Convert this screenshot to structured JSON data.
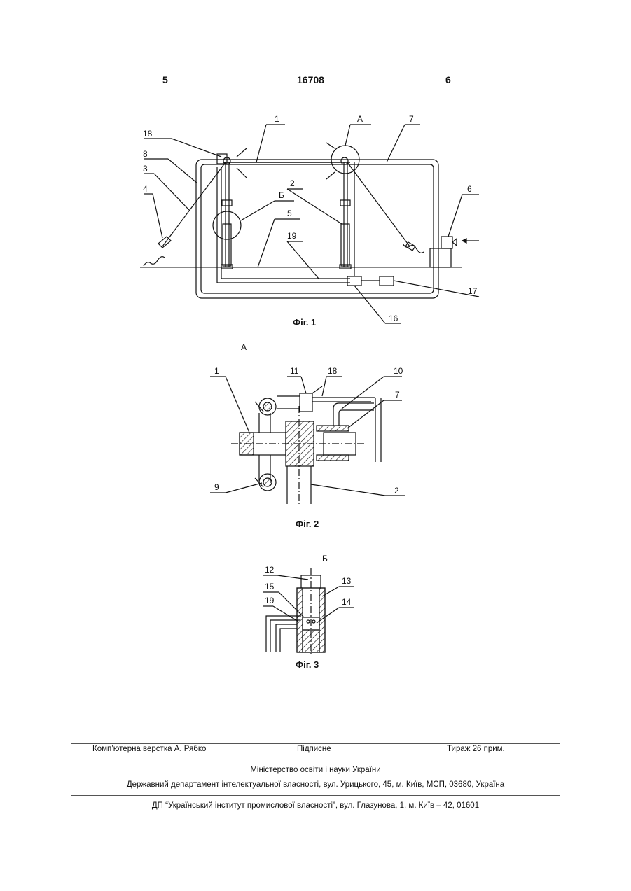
{
  "header": {
    "left_page": "5",
    "patent_number": "16708",
    "right_page": "6"
  },
  "fig1": {
    "caption": "Фіг. 1",
    "labels": [
      "1",
      "7",
      "А",
      "18",
      "8",
      "3",
      "4",
      "2",
      "Б",
      "5",
      "19",
      "6",
      "17",
      "16"
    ]
  },
  "fig2": {
    "caption": "Фіг. 2",
    "view_label": "А",
    "labels": [
      "1",
      "11",
      "18",
      "10",
      "7",
      "9",
      "2"
    ]
  },
  "fig3": {
    "caption": "Фіг. 3",
    "view_label": "Б",
    "labels": [
      "12",
      "13",
      "15",
      "14",
      "19"
    ]
  },
  "footer": {
    "layout": "Комп’ютерна верстка А. Рябко",
    "signed": "Підписне",
    "circulation": "Тираж 26 прим.",
    "ministry": "Міністерство освіти і науки України",
    "department": "Державний департамент інтелектуальної власності, вул. Урицького, 45, м. Київ, МСП, 03680, Україна",
    "institute": "ДП “Український інститут промислової власності”, вул. Глазунова, 1, м. Київ – 42, 01601"
  }
}
